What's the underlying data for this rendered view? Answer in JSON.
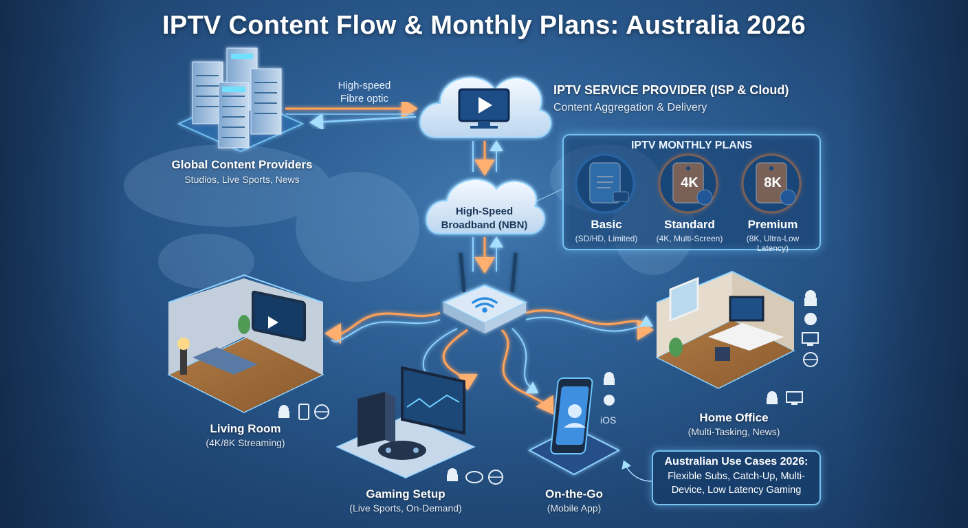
{
  "title": "IPTV Content Flow & Monthly Plans: Australia 2026",
  "fibre_link": {
    "line1": "High-speed",
    "line2": "Fibre optic"
  },
  "content_providers": {
    "name": "Global Content Providers",
    "desc": "Studios, Live Sports, News"
  },
  "service_provider": {
    "name": "IPTV SERVICE PROVIDER (ISP & Cloud)",
    "desc": "Content Aggregation & Delivery"
  },
  "broadband": {
    "line1": "High-Speed",
    "line2": "Broadband (NBN)"
  },
  "plans": {
    "title": "IPTV MONTHLY PLANS",
    "items": [
      {
        "name": "Basic",
        "desc": "(SD/HD, Limited)",
        "tag": "",
        "color": "#3d8fe0"
      },
      {
        "name": "Standard",
        "desc": "(4K, Multi-Screen)",
        "tag": "4K",
        "color": "#f08a3c"
      },
      {
        "name": "Premium",
        "desc": "(8K, Ultra-Low Latency)",
        "tag": "8K",
        "color": "#f08a3c"
      }
    ]
  },
  "locations": {
    "living_room": {
      "name": "Living Room",
      "desc": "(4K/8K Streaming)"
    },
    "gaming": {
      "name": "Gaming Setup",
      "desc": "(Live Sports, On-Demand)"
    },
    "on_the_go": {
      "name": "On-the-Go",
      "desc": "(Mobile App)"
    },
    "home_office": {
      "name": "Home Office",
      "desc": "(Multi-Tasking, News)"
    }
  },
  "ios_label": "iOS",
  "use_cases": {
    "title": "Australian Use Cases 2026:",
    "line1": "Flexible Subs, Catch-Up, Multi-",
    "line2": "Device, Low Latency Gaming"
  },
  "colors": {
    "flow_orange": "#ffa25a",
    "flow_blue": "#8fd3ff",
    "accent_border": "#76c2f0"
  },
  "icons": [
    "server-icon",
    "cloud-icon",
    "play-icon",
    "router-icon",
    "wifi-icon",
    "android-icon",
    "apple-icon",
    "monitor-icon",
    "globe-icon",
    "tablet-icon",
    "gamepad-icon",
    "price-tag-icon",
    "cart-icon"
  ]
}
